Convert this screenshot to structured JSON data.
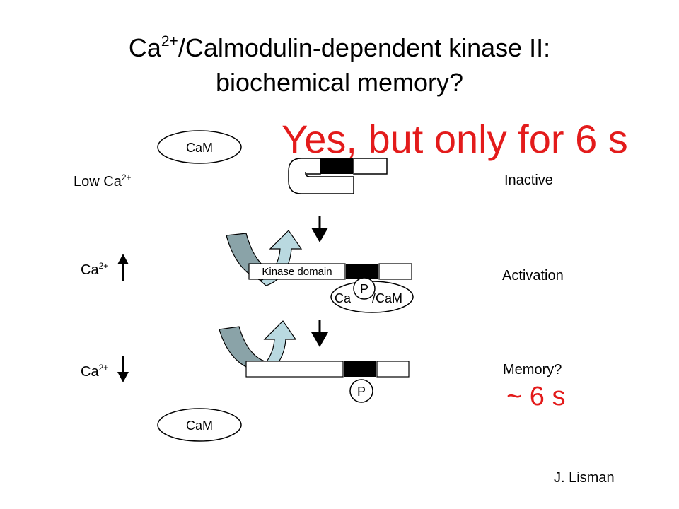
{
  "title": {
    "line1_prefix": "Ca",
    "line1_sup": "2+",
    "line1_rest": "/Calmodulin-dependent kinase II:",
    "line2": "biochemical memory?"
  },
  "headline": "Yes, but only for 6 s",
  "states": {
    "low_prefix": "Low Ca",
    "low_sup": "2+",
    "up_prefix": "Ca",
    "up_sup": "2+",
    "down_prefix": "Ca",
    "down_sup": "2+"
  },
  "right_labels": {
    "inactive": "Inactive",
    "activation": "Activation",
    "memory": "Memory?",
    "duration": "~ 6 s"
  },
  "diagram": {
    "cam_top": "CaM",
    "cam_bottom": "CaM",
    "kinase_domain": "Kinase domain",
    "ca_cam_left": "Ca",
    "ca_cam_right": "/CaM",
    "phospho_mid": "P",
    "phospho_bottom": "P"
  },
  "credit": "J. Lisman",
  "colors": {
    "accent_red": "#e31b1b",
    "arrow_left_fill": "#8aa3a8",
    "arrow_right_fill": "#b9d9e0",
    "black_block": "#000000"
  }
}
